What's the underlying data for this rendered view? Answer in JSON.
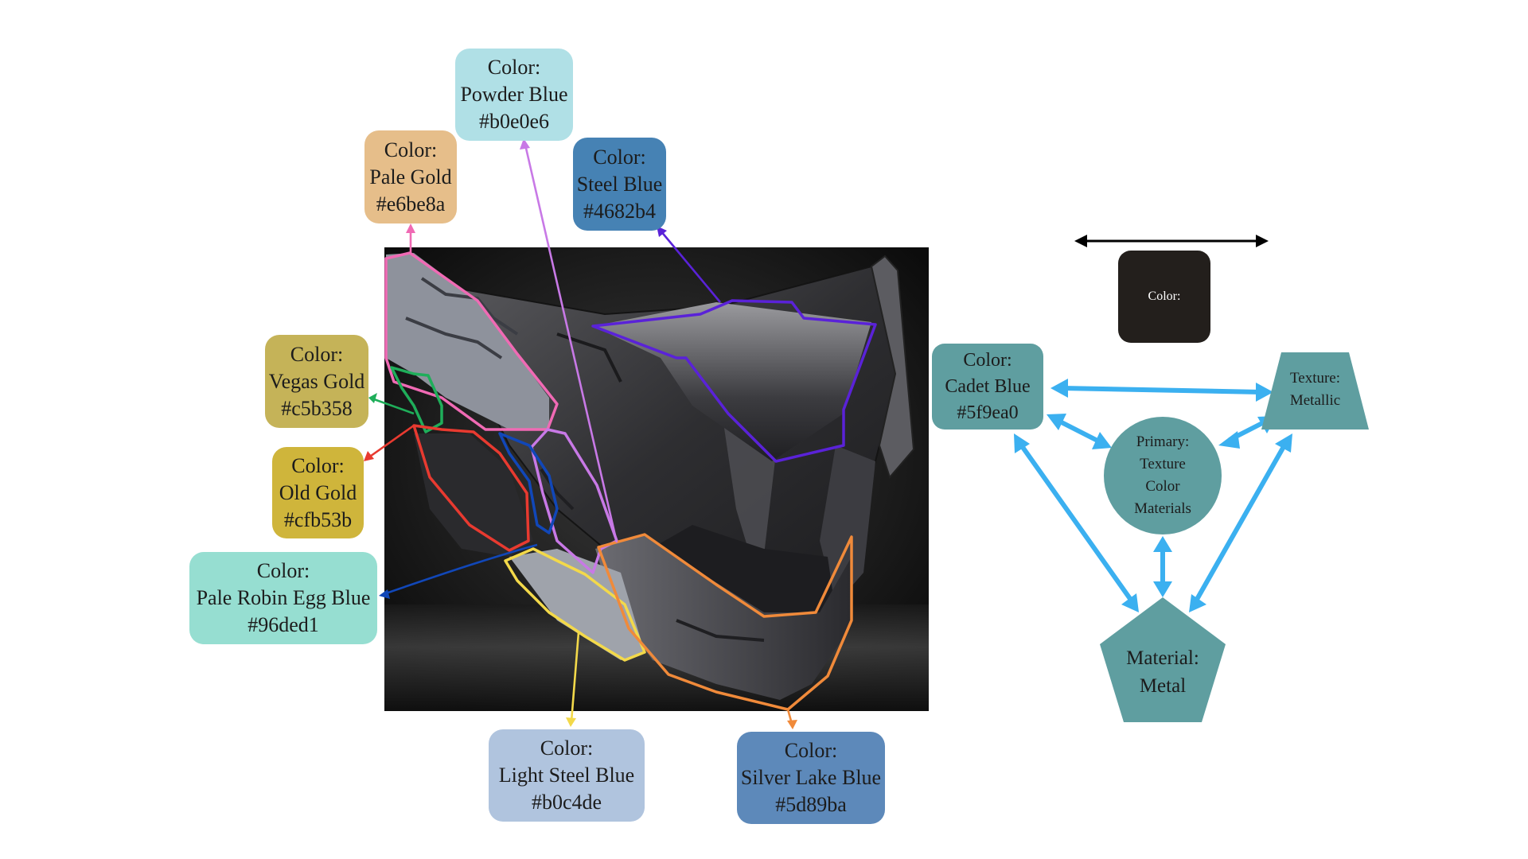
{
  "swatches": [
    {
      "id": "powder-blue",
      "label": "Color:",
      "name": "Powder Blue",
      "hex": "#b0e0e6",
      "fill": "#b0e0e6"
    },
    {
      "id": "pale-gold",
      "label": "Color:",
      "name": "Pale Gold",
      "hex": "#e6be8a",
      "fill": "#e6be8a"
    },
    {
      "id": "steel-blue",
      "label": "Color:",
      "name": "Steel Blue",
      "hex": "#4682b4",
      "fill": "#4682b4"
    },
    {
      "id": "vegas-gold",
      "label": "Color:",
      "name": "Vegas Gold",
      "hex": "#c5b358",
      "fill": "#c5b358"
    },
    {
      "id": "old-gold",
      "label": "Color:",
      "name": "Old Gold",
      "hex": "#cfb53b",
      "fill": "#cfb53b"
    },
    {
      "id": "pale-robin-egg-blue",
      "label": "Color:",
      "name": "Pale Robin Egg Blue",
      "hex": "#96ded1",
      "fill": "#96ded1"
    },
    {
      "id": "light-steel-blue",
      "label": "Color:",
      "name": "Light Steel Blue",
      "hex": "#b0c4de",
      "fill": "#b0c4de"
    },
    {
      "id": "silver-lake-blue",
      "label": "Color:",
      "name": "Silver Lake Blue",
      "hex": "#5d89ba",
      "fill": "#5d89ba"
    }
  ],
  "graph": {
    "dark_box_label": "Color:",
    "cadet": {
      "label": "Color:",
      "name": "Cadet Blue",
      "hex": "#5f9ea0"
    },
    "texture": {
      "label": "Texture:",
      "value": "Metallic"
    },
    "primary": {
      "line1": "Primary:",
      "line2": "Texture",
      "line3": "Color",
      "line4": "Materials"
    },
    "material": {
      "label": "Material:",
      "value": "Metal"
    }
  },
  "colors": {
    "node_fill": "#5f9ea0",
    "arrow": "#3bb0f0",
    "dark_box": "#231f1c",
    "outline_pink": "#f06ab4",
    "outline_violet": "#c879e6",
    "outline_purple": "#5a22d8",
    "outline_green": "#1fae5a",
    "outline_red": "#e83a30",
    "outline_blue": "#1147b8",
    "outline_yellow": "#f3d94a",
    "outline_orange": "#f08a3a"
  }
}
